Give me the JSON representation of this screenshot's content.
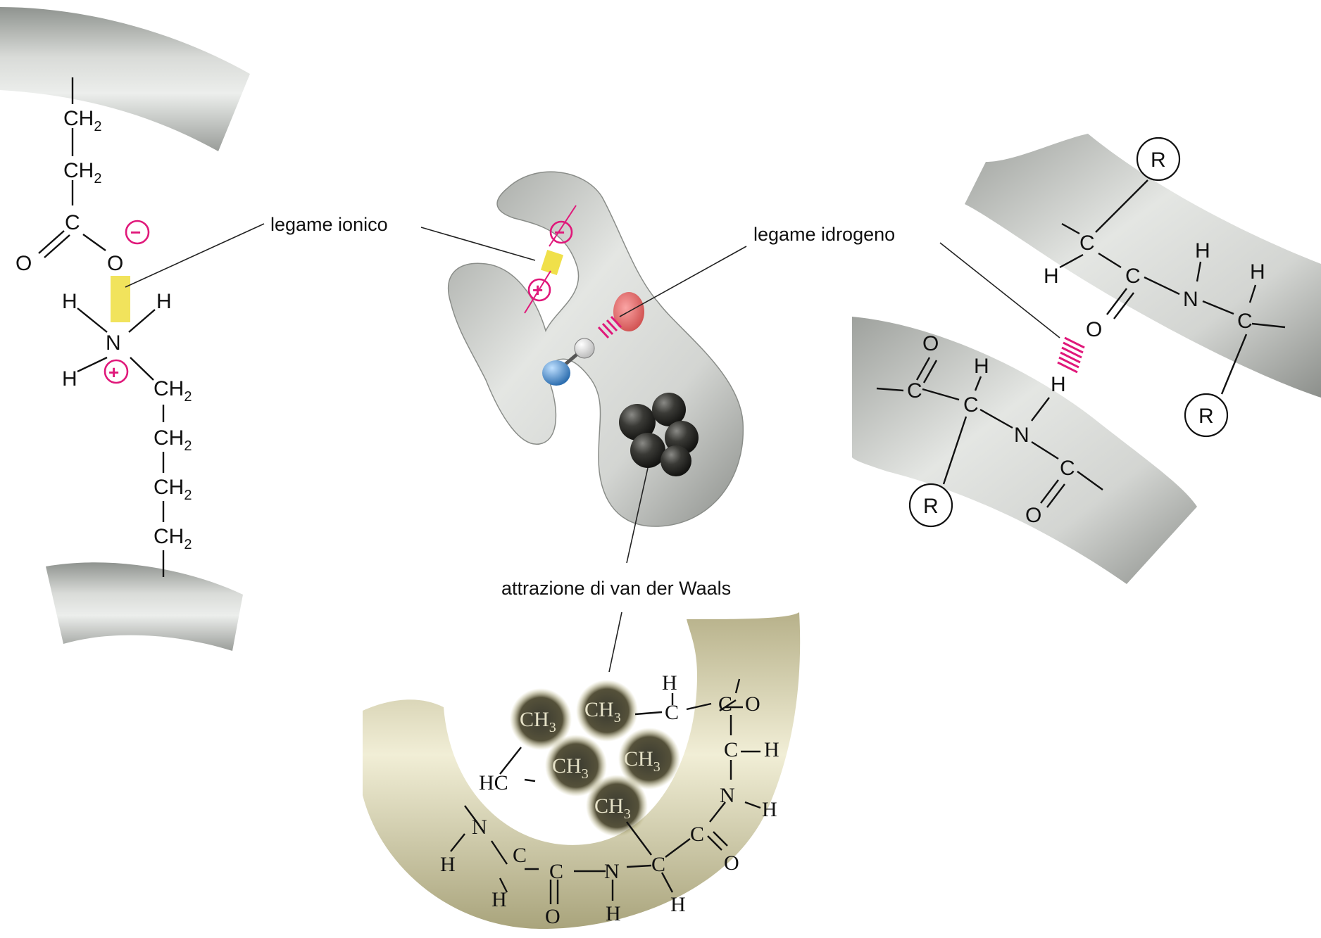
{
  "labels": {
    "ionic": "legame ionico",
    "hydrogen": "legame idrogeno",
    "vdw": "attrazione di van der Waals"
  },
  "ionic_panel": {
    "ch2_top_1": "CH2",
    "ch2_top_2": "CH2",
    "carbon": "C",
    "oxygen_double": "O",
    "oxygen_single": "O",
    "minus": "−",
    "h_left": "H",
    "h_right": "H",
    "nitrogen": "N",
    "h_bottom": "H",
    "plus": "+",
    "ch2_bottom": [
      "CH2",
      "CH2",
      "CH2",
      "CH2"
    ]
  },
  "center_panel": {
    "minus": "−",
    "plus": "+"
  },
  "hbond_panel": {
    "r_labels": [
      "R",
      "R",
      "R"
    ],
    "upper_chain": [
      "C",
      "H",
      "C",
      "O",
      "N",
      "H",
      "C",
      "H"
    ],
    "lower_chain": [
      "O",
      "C",
      "C",
      "H",
      "H",
      "N",
      "C",
      "O"
    ]
  },
  "vdw_panel": {
    "methyls": [
      "CH3",
      "CH3",
      "CH3",
      "CH3",
      "CH3"
    ],
    "atoms": [
      "H",
      "C",
      "C",
      "O",
      "C",
      "H",
      "N",
      "H",
      "HC",
      "N",
      "H",
      "C",
      "C",
      "O",
      "C",
      "N",
      "C",
      "O",
      "H",
      "H",
      "H"
    ]
  },
  "colors": {
    "charge": "#e0187a",
    "ionic_bridge": "#f0e04a",
    "tube_gray": "#c8cbc8",
    "vdw_tube": "#ddd9a8",
    "hydrogen_ball": "#f2f2f2",
    "nitrogen_ball": "#4a8fd0",
    "oxygen_patch": "#e04848"
  }
}
